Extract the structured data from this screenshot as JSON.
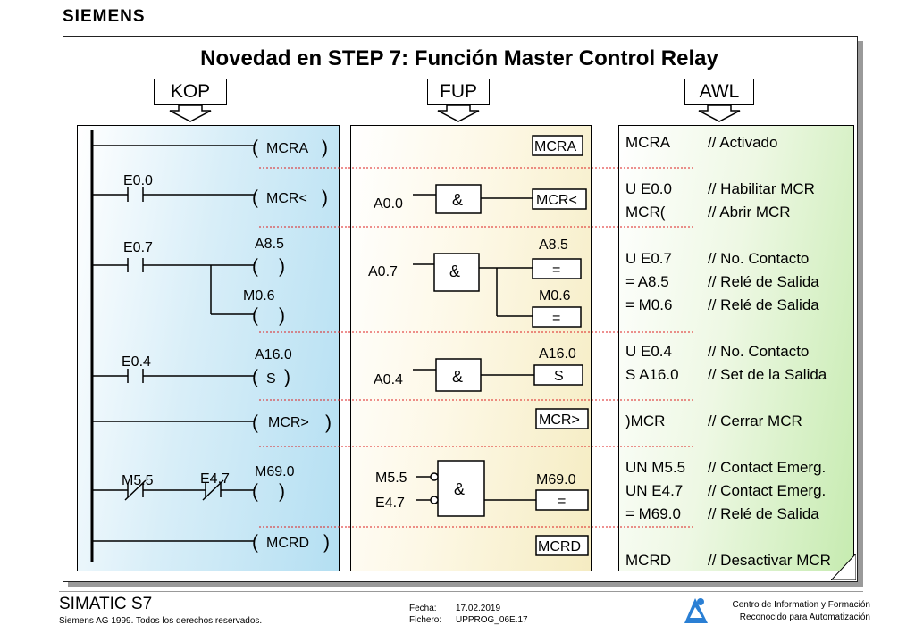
{
  "brand": "SIEMENS",
  "title": "Novedad en STEP 7: Función Master Control Relay",
  "tabs": {
    "kop": "KOP",
    "fup": "FUP",
    "awl": "AWL"
  },
  "kop": {
    "mcra": "MCRA",
    "e00": "E0.0",
    "mcr_open": "MCR<",
    "e07": "E0.7",
    "a85": "A8.5",
    "m06": "M0.6",
    "e04": "E0.4",
    "a160": "A16.0",
    "coil_s": "S",
    "mcr_close": "MCR>",
    "m55": "M5.5",
    "e47": "E4.7",
    "m690": "M69.0",
    "mcrd": "MCRD"
  },
  "fup": {
    "mcra": "MCRA",
    "a00": "A0.0",
    "and": "&",
    "mcr_open": "MCR<",
    "a85": "A8.5",
    "a07": "A0.7",
    "eq": "=",
    "m06": "M0.6",
    "a160": "A16.0",
    "a04": "A0.4",
    "s": "S",
    "mcr_close": "MCR>",
    "m55": "M5.5",
    "m690": "M69.0",
    "e47": "E4.7",
    "mcrd": "MCRD"
  },
  "awl": [
    {
      "code": "MCRA",
      "comment": "// Activado"
    },
    {
      "code": "U E0.0",
      "comment": "// Habilitar MCR"
    },
    {
      "code": "MCR(",
      "comment": "// Abrir MCR"
    },
    {
      "code": "U E0.7",
      "comment": "// No. Contacto"
    },
    {
      "code": "= A8.5",
      "comment": "// Relé de Salida"
    },
    {
      "code": "= M0.6",
      "comment": "// Relé de Salida"
    },
    {
      "code": "U E0.4",
      "comment": "// No. Contacto"
    },
    {
      "code": "S A16.0",
      "comment": "// Set de la Salida"
    },
    {
      "code": ")MCR",
      "comment": "// Cerrar MCR"
    },
    {
      "code": "UN M5.5",
      "comment": "// Contact Emerg."
    },
    {
      "code": "UN E4.7",
      "comment": "// Contact Emerg."
    },
    {
      "code": "= M69.0",
      "comment": "// Relé de Salida"
    },
    {
      "code": "MCRD",
      "comment": "// Desactivar MCR"
    }
  ],
  "footer": {
    "product": "SIMATIC S7",
    "copyright": "Siemens AG 1999. Todos los derechos reservados.",
    "fecha_label": "Fecha:",
    "fecha_value": "17.02.2019",
    "fichero_label": "Fichero:",
    "fichero_value": "UPPROG_06E.17",
    "center_line1": "Centro de Information y Formación",
    "center_line2": "Reconocido para Automatización"
  }
}
